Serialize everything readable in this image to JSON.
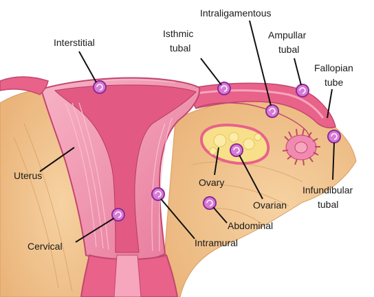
{
  "labels": {
    "interstitial": "Interstitial",
    "isthmic_1": "Isthmic",
    "isthmic_2": "tubal",
    "intraligamentous": "Intraligamentous",
    "ampullar_1": "Ampullar",
    "ampullar_2": "tubal",
    "fallopian_1": "Fallopian",
    "fallopian_2": "tube",
    "uterus": "Uterus",
    "ovary": "Ovary",
    "ovarian": "Ovarian",
    "infundibular_1": "Infundibular",
    "infundibular_2": "tubal",
    "abdominal": "Abdominal",
    "cervical": "Cervical",
    "intramural": "Intramural"
  },
  "colors": {
    "tissue_pink": "#e8628a",
    "tissue_light": "#f6a6bd",
    "background_tan": "#f2c48e",
    "ovary_yellow": "#f8e08a",
    "implant_purple": "#a83aa8",
    "leader_line": "#111111"
  }
}
